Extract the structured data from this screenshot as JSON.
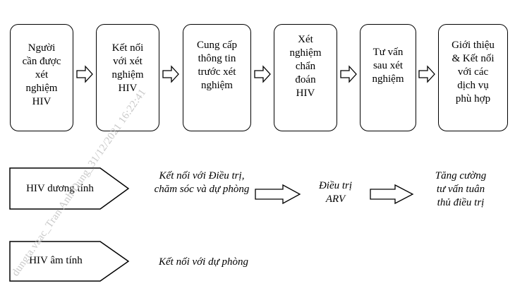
{
  "flow_steps": [
    {
      "text": "Người\ncần được\nxét\nnghiệm\nHIV"
    },
    {
      "text": "Kết nối\nvới xét\nnghiệm\nHIV"
    },
    {
      "text": "Cung cấp\nthông tin\ntrước xét\nnghiệm"
    },
    {
      "text": "Xét\nnghiệm\nchẩn\nđoán\nHIV"
    },
    {
      "text": "Tư vấn\nsau xét\nnghiệm"
    },
    {
      "text": "Giới thiệu\n& Kết nối\nvới các\ndịch vụ\nphù hợp"
    }
  ],
  "positive": {
    "label": "HIV dương tính",
    "step1": "Kết nối với Điều trị,\nchăm sóc và dự phòng",
    "step2": "Điều trị\nARV",
    "step3": "Tăng cường\ntư vấn tuân\nthủ điều trị"
  },
  "negative": {
    "label": "HIV âm tính",
    "step1": "Kết nối với dự phòng"
  },
  "watermark": "dungta.vaac_Tran Anh Dung_31/12/2021 16:22:41"
}
